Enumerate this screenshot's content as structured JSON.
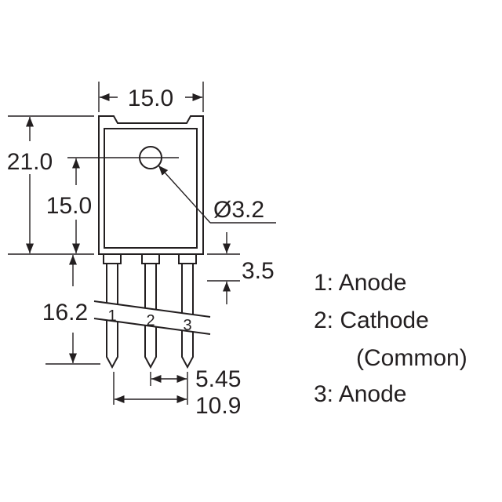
{
  "dimensions": {
    "width_top": "15.0",
    "height_total": "21.0",
    "hole_height": "15.0",
    "hole_diameter": "Ø3.2",
    "body_offset": "3.5",
    "lead_length": "16.2",
    "pin_pitch": "5.45",
    "pin_span": "10.9"
  },
  "pin_numbers": [
    "1",
    "2",
    "3"
  ],
  "legend": {
    "line1": "1: Anode",
    "line2": "2: Cathode",
    "line3": "(Common)",
    "line4": "3: Anode"
  }
}
